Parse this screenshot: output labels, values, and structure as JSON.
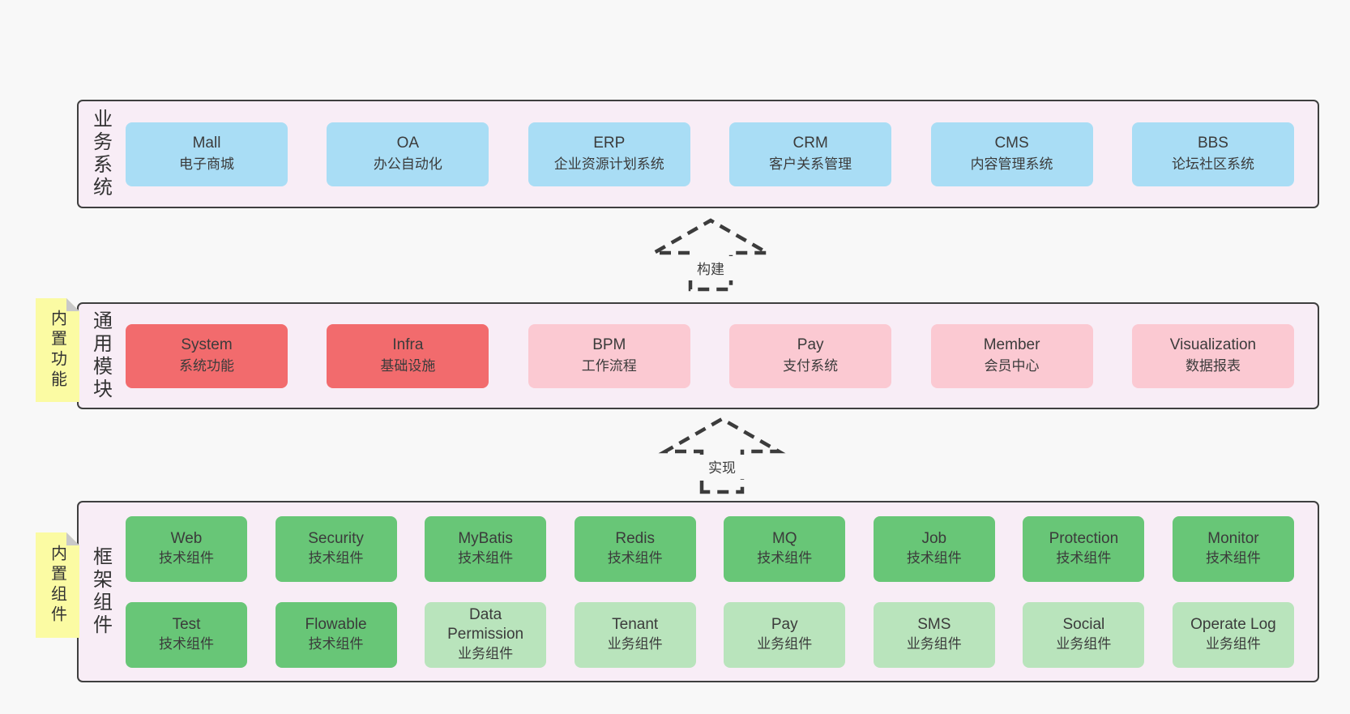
{
  "colors": {
    "page-bg": "#f8f8f8",
    "panel-bg": "#f8edf6",
    "panel-border": "#3f3f3f",
    "text": "#3b3b3b",
    "box-blue": "#a9ddf5",
    "box-red": "#f26b6d",
    "box-pink": "#fbc9d2",
    "box-green": "#68c677",
    "box-green-light": "#b9e4bc",
    "note-bg": "#fbfba3",
    "note-fold": "#c9c9c9",
    "arrow": "#3c3c3c"
  },
  "arrows": [
    {
      "label": "构建"
    },
    {
      "label": "实现"
    }
  ],
  "layers": [
    {
      "side_label": "业务系统",
      "note": "",
      "rows": [
        [
          {
            "title": "Mall",
            "subtitle": "电子商城",
            "variant": "blue"
          },
          {
            "title": "OA",
            "subtitle": "办公自动化",
            "variant": "blue"
          },
          {
            "title": "ERP",
            "subtitle": "企业资源计划系统",
            "variant": "blue"
          },
          {
            "title": "CRM",
            "subtitle": "客户关系管理",
            "variant": "blue"
          },
          {
            "title": "CMS",
            "subtitle": "内容管理系统",
            "variant": "blue"
          },
          {
            "title": "BBS",
            "subtitle": "论坛社区系统",
            "variant": "blue"
          }
        ]
      ]
    },
    {
      "side_label": "通用模块",
      "note": "内置功能",
      "rows": [
        [
          {
            "title": "System",
            "subtitle": "系统功能",
            "variant": "red"
          },
          {
            "title": "Infra",
            "subtitle": "基础设施",
            "variant": "red"
          },
          {
            "title": "BPM",
            "subtitle": "工作流程",
            "variant": "pink"
          },
          {
            "title": "Pay",
            "subtitle": "支付系统",
            "variant": "pink"
          },
          {
            "title": "Member",
            "subtitle": "会员中心",
            "variant": "pink"
          },
          {
            "title": "Visualization",
            "subtitle": "数据报表",
            "variant": "pink"
          }
        ]
      ]
    },
    {
      "side_label": "框架组件",
      "note": "内置组件",
      "rows": [
        [
          {
            "title": "Web",
            "subtitle": "技术组件",
            "variant": "green"
          },
          {
            "title": "Security",
            "subtitle": "技术组件",
            "variant": "green"
          },
          {
            "title": "MyBatis",
            "subtitle": "技术组件",
            "variant": "green"
          },
          {
            "title": "Redis",
            "subtitle": "技术组件",
            "variant": "green"
          },
          {
            "title": "MQ",
            "subtitle": "技术组件",
            "variant": "green"
          },
          {
            "title": "Job",
            "subtitle": "技术组件",
            "variant": "green"
          },
          {
            "title": "Protection",
            "subtitle": "技术组件",
            "variant": "green"
          },
          {
            "title": "Monitor",
            "subtitle": "技术组件",
            "variant": "green"
          }
        ],
        [
          {
            "title": "Test",
            "subtitle": "技术组件",
            "variant": "green"
          },
          {
            "title": "Flowable",
            "subtitle": "技术组件",
            "variant": "green"
          },
          {
            "title": "Data Permission",
            "subtitle": "业务组件",
            "variant": "green-light"
          },
          {
            "title": "Tenant",
            "subtitle": "业务组件",
            "variant": "green-light"
          },
          {
            "title": "Pay",
            "subtitle": "业务组件",
            "variant": "green-light"
          },
          {
            "title": "SMS",
            "subtitle": "业务组件",
            "variant": "green-light"
          },
          {
            "title": "Social",
            "subtitle": "业务组件",
            "variant": "green-light"
          },
          {
            "title": "Operate Log",
            "subtitle": "业务组件",
            "variant": "green-light"
          }
        ]
      ]
    }
  ]
}
